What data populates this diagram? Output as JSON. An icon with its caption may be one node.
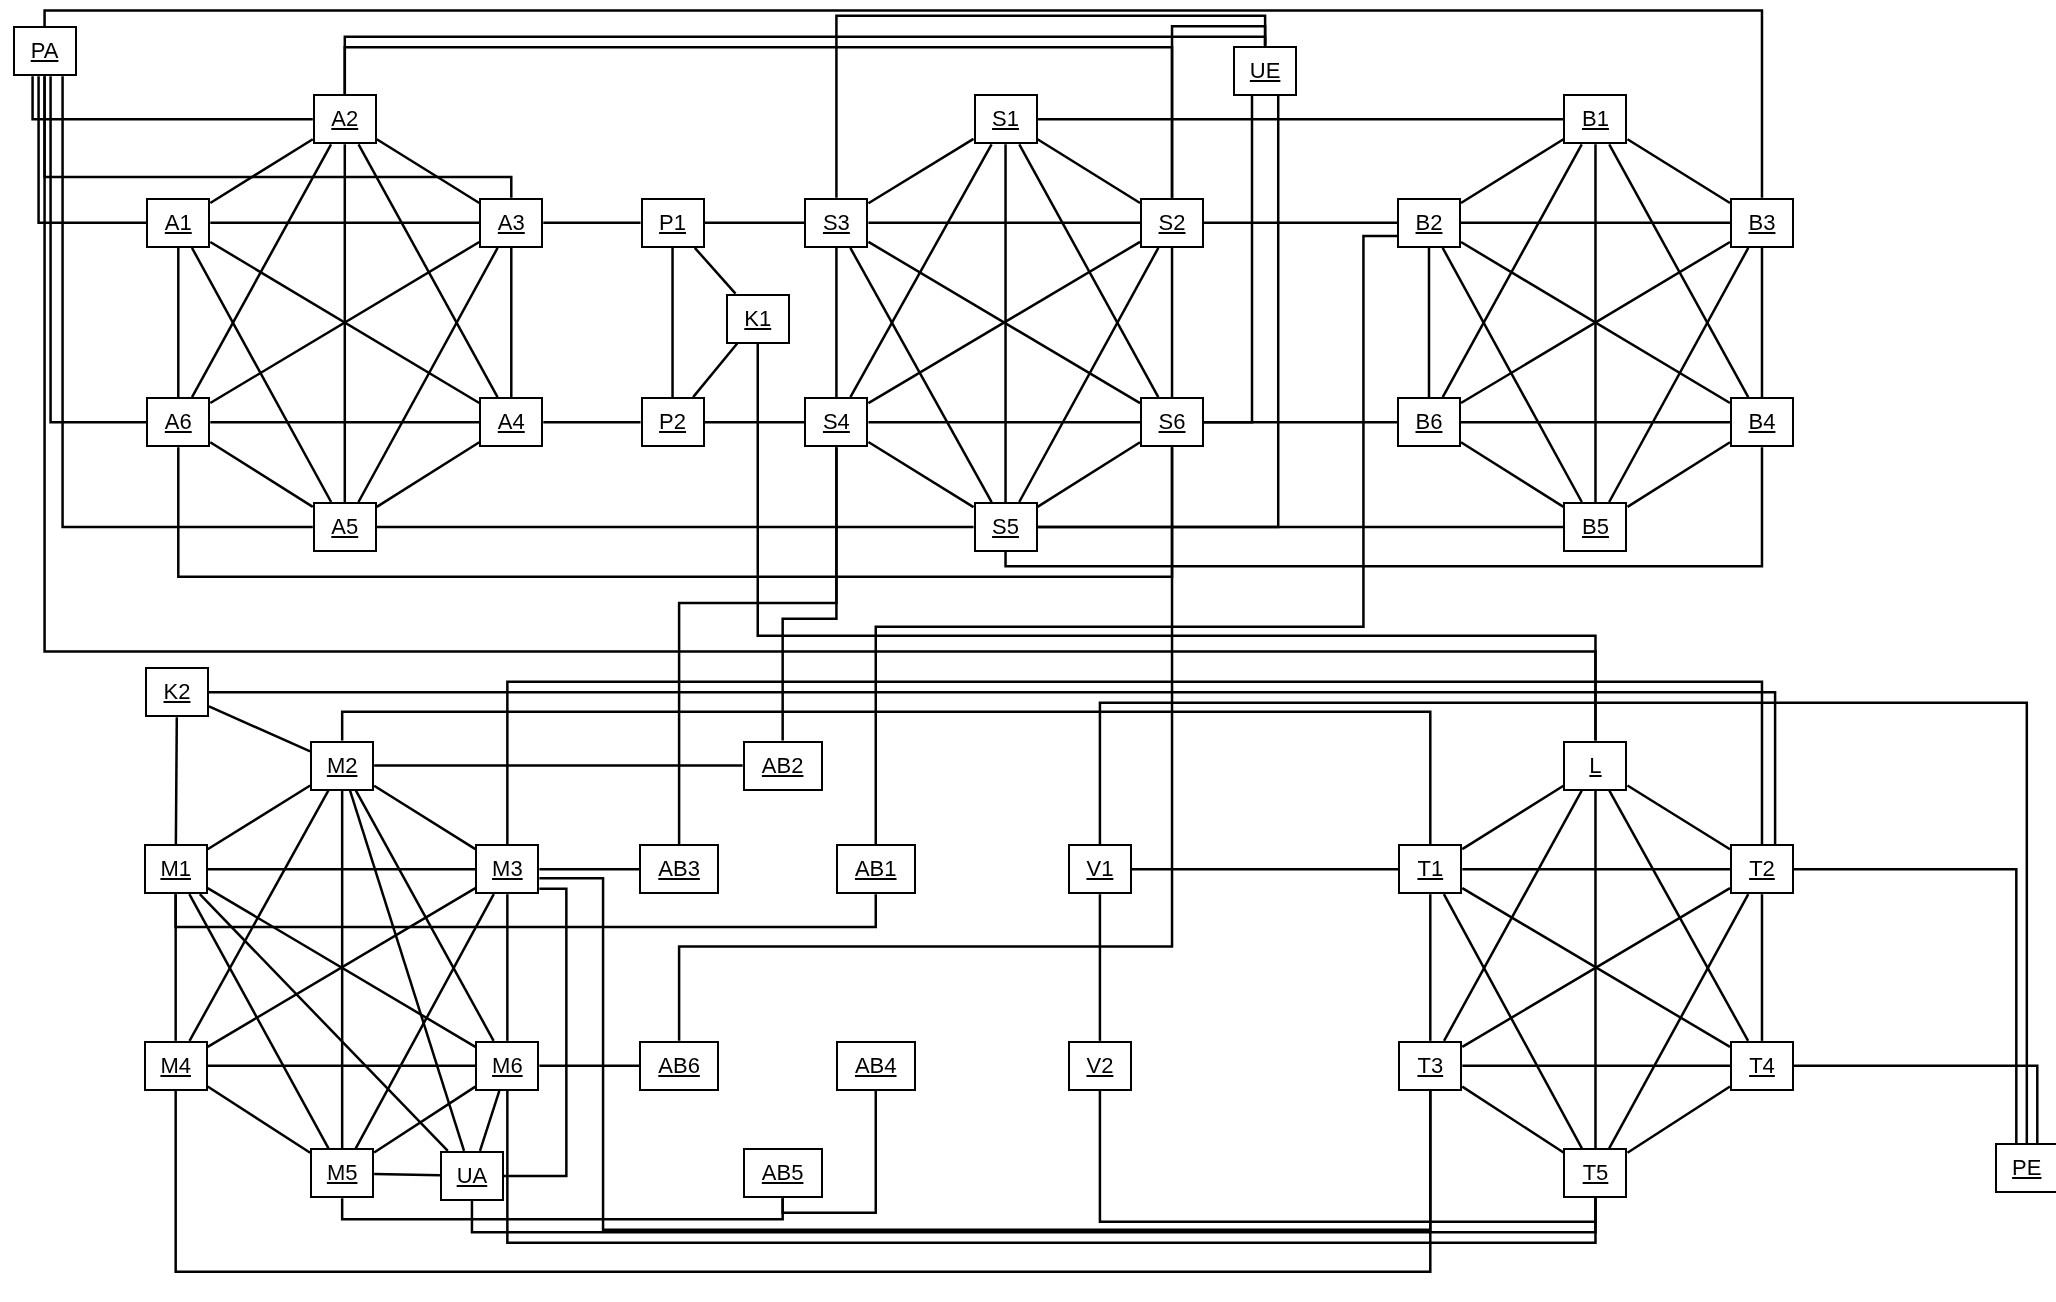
{
  "diagram": {
    "nodes": [
      {
        "text": [
          "PA"
        ]
      },
      {
        "text": [
          "A2"
        ]
      },
      {
        "text": [
          "A1"
        ]
      },
      {
        "text": [
          "A3"
        ]
      },
      {
        "text": [
          "A6"
        ]
      },
      {
        "text": [
          "A4"
        ]
      },
      {
        "text": [
          "A5"
        ]
      },
      {
        "text": [
          "P1"
        ]
      },
      {
        "text": [
          "P2"
        ]
      },
      {
        "text": [
          "K1"
        ]
      },
      {
        "text": [
          "S1"
        ]
      },
      {
        "text": [
          "S3"
        ]
      },
      {
        "text": [
          "S2"
        ]
      },
      {
        "text": [
          "S4"
        ]
      },
      {
        "text": [
          "S6"
        ]
      },
      {
        "text": [
          "S5"
        ]
      },
      {
        "text": [
          "UE"
        ]
      },
      {
        "text": [
          "B1"
        ]
      },
      {
        "text": [
          "B2"
        ]
      },
      {
        "text": [
          "B3"
        ]
      },
      {
        "text": [
          "B6"
        ]
      },
      {
        "text": [
          "B4"
        ]
      },
      {
        "text": [
          "B5"
        ]
      },
      {
        "text": [
          "K2"
        ]
      },
      {
        "text": [
          "M2"
        ]
      },
      {
        "text": [
          "AB2"
        ]
      },
      {
        "text": [
          "M1"
        ]
      },
      {
        "text": [
          "M3"
        ]
      },
      {
        "text": [
          "AB3"
        ]
      },
      {
        "text": [
          "AB1"
        ]
      },
      {
        "text": [
          "V1"
        ]
      },
      {
        "text": [
          "L"
        ]
      },
      {
        "text": [
          "T1"
        ]
      },
      {
        "text": [
          "T2"
        ]
      },
      {
        "text": [
          "M4"
        ]
      },
      {
        "text": [
          "M6"
        ]
      },
      {
        "text": [
          "AB6"
        ]
      },
      {
        "text": [
          "AB4"
        ]
      },
      {
        "text": [
          "V2"
        ]
      },
      {
        "text": [
          "T3"
        ]
      },
      {
        "text": [
          "T4"
        ]
      },
      {
        "text": [
          "M5"
        ]
      },
      {
        "text": [
          "UA"
        ]
      },
      {
        "text": [
          "AB5"
        ]
      },
      {
        "text": [
          "T5"
        ]
      },
      {
        "text": [
          "PE"
        ]
      }
    ],
    "edges": [
      {
        "from": 1,
        "to": 2,
        "arrow": "none"
      },
      {
        "from": 1,
        "to": 3,
        "arrow": "none"
      },
      {
        "from": 1,
        "to": 4,
        "arrow": "none"
      },
      {
        "from": 1,
        "to": 5,
        "arrow": "none"
      },
      {
        "from": 1,
        "to": 6,
        "arrow": "none"
      },
      {
        "from": 2,
        "to": 3,
        "arrow": "none"
      },
      {
        "from": 2,
        "to": 4,
        "arrow": "none"
      },
      {
        "from": 2,
        "to": 5,
        "arrow": "none"
      },
      {
        "from": 2,
        "to": 6,
        "arrow": "none"
      },
      {
        "from": 3,
        "to": 4,
        "arrow": "none"
      },
      {
        "from": 3,
        "to": 5,
        "arrow": "none"
      },
      {
        "from": 3,
        "to": 6,
        "arrow": "none"
      },
      {
        "from": 4,
        "to": 5,
        "arrow": "none"
      },
      {
        "from": 4,
        "to": 6,
        "arrow": "none"
      },
      {
        "from": 5,
        "to": 6,
        "arrow": "none"
      },
      {
        "from": 10,
        "to": 11,
        "arrow": "none"
      },
      {
        "from": 10,
        "to": 12,
        "arrow": "none"
      },
      {
        "from": 10,
        "to": 13,
        "arrow": "none"
      },
      {
        "from": 10,
        "to": 14,
        "arrow": "none"
      },
      {
        "from": 10,
        "to": 15,
        "arrow": "none"
      },
      {
        "from": 11,
        "to": 12,
        "arrow": "none"
      },
      {
        "from": 11,
        "to": 13,
        "arrow": "none"
      },
      {
        "from": 11,
        "to": 14,
        "arrow": "none"
      },
      {
        "from": 11,
        "to": 15,
        "arrow": "none"
      },
      {
        "from": 12,
        "to": 13,
        "arrow": "none"
      },
      {
        "from": 12,
        "to": 14,
        "arrow": "none"
      },
      {
        "from": 12,
        "to": 15,
        "arrow": "none"
      },
      {
        "from": 13,
        "to": 14,
        "arrow": "none"
      },
      {
        "from": 13,
        "to": 15,
        "arrow": "none"
      },
      {
        "from": 14,
        "to": 15,
        "arrow": "none"
      },
      {
        "from": 17,
        "to": 18,
        "arrow": "none"
      },
      {
        "from": 17,
        "to": 19,
        "arrow": "none"
      },
      {
        "from": 17,
        "to": 20,
        "arrow": "none"
      },
      {
        "from": 17,
        "to": 21,
        "arrow": "none"
      },
      {
        "from": 17,
        "to": 22,
        "arrow": "none"
      },
      {
        "from": 18,
        "to": 19,
        "arrow": "none"
      },
      {
        "from": 18,
        "to": 20,
        "arrow": "none"
      },
      {
        "from": 18,
        "to": 21,
        "arrow": "none"
      },
      {
        "from": 18,
        "to": 22,
        "arrow": "none"
      },
      {
        "from": 19,
        "to": 20,
        "arrow": "none"
      },
      {
        "from": 19,
        "to": 21,
        "arrow": "none"
      },
      {
        "from": 19,
        "to": 22,
        "arrow": "none"
      },
      {
        "from": 20,
        "to": 21,
        "arrow": "none"
      },
      {
        "from": 20,
        "to": 22,
        "arrow": "none"
      },
      {
        "from": 21,
        "to": 22,
        "arrow": "none"
      },
      {
        "from": 31,
        "to": 32,
        "arrow": "none"
      },
      {
        "from": 31,
        "to": 33,
        "arrow": "none"
      },
      {
        "from": 31,
        "to": 39,
        "arrow": "none"
      },
      {
        "from": 31,
        "to": 40,
        "arrow": "none"
      },
      {
        "from": 31,
        "to": 44,
        "arrow": "none"
      },
      {
        "from": 32,
        "to": 33,
        "arrow": "none"
      },
      {
        "from": 32,
        "to": 39,
        "arrow": "none"
      },
      {
        "from": 32,
        "to": 40,
        "arrow": "none"
      },
      {
        "from": 32,
        "to": 44,
        "arrow": "none"
      },
      {
        "from": 33,
        "to": 39,
        "arrow": "none"
      },
      {
        "from": 33,
        "to": 40,
        "arrow": "none"
      },
      {
        "from": 33,
        "to": 44,
        "arrow": "none"
      },
      {
        "from": 39,
        "to": 40,
        "arrow": "none"
      },
      {
        "from": 39,
        "to": 44,
        "arrow": "none"
      },
      {
        "from": 40,
        "to": 44,
        "arrow": "none"
      },
      {
        "from": 24,
        "to": 26,
        "arrow": "none"
      },
      {
        "from": 24,
        "to": 27,
        "arrow": "none"
      },
      {
        "from": 24,
        "to": 34,
        "arrow": "none"
      },
      {
        "from": 24,
        "to": 35,
        "arrow": "none"
      },
      {
        "from": 24,
        "to": 41,
        "arrow": "none"
      },
      {
        "from": 26,
        "to": 27,
        "arrow": "none"
      },
      {
        "from": 26,
        "to": 34,
        "arrow": "none"
      },
      {
        "from": 26,
        "to": 35,
        "arrow": "none"
      },
      {
        "from": 26,
        "to": 41,
        "arrow": "none"
      },
      {
        "from": 27,
        "to": 34,
        "arrow": "none"
      },
      {
        "from": 27,
        "to": 35,
        "arrow": "none"
      },
      {
        "from": 27,
        "to": 41,
        "arrow": "none"
      },
      {
        "from": 34,
        "to": 35,
        "arrow": "none"
      },
      {
        "from": 34,
        "to": 41,
        "arrow": "none"
      },
      {
        "from": 35,
        "to": 41,
        "arrow": "none"
      },
      {
        "from": 42,
        "to": 24,
        "arrow": "none"
      },
      {
        "from": 42,
        "to": 26,
        "arrow": "none"
      },
      {
        "from": 42,
        "to": 27,
        "arrow": "none"
      },
      {
        "from": 42,
        "to": 35,
        "arrow": "none"
      },
      {
        "from": 42,
        "to": 41,
        "arrow": "none"
      },
      {
        "from": 3,
        "to": 7,
        "arrow": "none"
      },
      {
        "from": 7,
        "to": 11,
        "arrow": "none"
      },
      {
        "from": 5,
        "to": 8,
        "arrow": "none"
      },
      {
        "from": 8,
        "to": 13,
        "arrow": "none"
      },
      {
        "from": 7,
        "to": 8,
        "arrow": "none"
      },
      {
        "from": 7,
        "to": 9,
        "arrow": "none"
      },
      {
        "from": 9,
        "to": 8,
        "arrow": "none"
      },
      {
        "from": 12,
        "to": 18,
        "arrow": "none"
      },
      {
        "from": 14,
        "to": 20,
        "arrow": "none"
      },
      {
        "from": 6,
        "to": 15,
        "arrow": "none"
      },
      {
        "from": 10,
        "to": 17,
        "arrow": "none"
      },
      {
        "from": 15,
        "to": 22,
        "arrow": "none"
      },
      {
        "from": 24,
        "to": 25,
        "arrow": "none"
      },
      {
        "from": 27,
        "to": 28,
        "arrow": "none"
      },
      {
        "from": 35,
        "to": 36,
        "arrow": "none"
      },
      {
        "from": 30,
        "to": 32,
        "arrow": "none"
      },
      {
        "from": 30,
        "to": 38,
        "arrow": "none"
      },
      {
        "from": 23,
        "to": 26,
        "arrow": "none"
      },
      {
        "from": 23,
        "to": 24,
        "arrow": "none"
      },
      {
        "from": 0,
        "to": 1,
        "arrow": "none"
      },
      {
        "from": 0,
        "to": 2,
        "arrow": "none"
      },
      {
        "from": 0,
        "to": 4,
        "arrow": "none"
      },
      {
        "from": 0,
        "to": 6,
        "arrow": "none"
      },
      {
        "from": 0,
        "to": 3,
        "arrow": "none"
      },
      {
        "from": 0,
        "to": 19,
        "arrow": "none"
      },
      {
        "from": 11,
        "to": 16,
        "arrow": "none"
      },
      {
        "from": 12,
        "to": 16,
        "arrow": "none"
      },
      {
        "from": 1,
        "to": 12,
        "arrow": "none"
      },
      {
        "from": 1,
        "to": 16,
        "arrow": "none"
      },
      {
        "from": 14,
        "to": 16,
        "arrow": "none"
      },
      {
        "from": 15,
        "to": 16,
        "arrow": "none"
      },
      {
        "from": 4,
        "to": 14,
        "arrow": "none"
      },
      {
        "from": 13,
        "to": 28,
        "arrow": "none"
      },
      {
        "from": 13,
        "to": 25,
        "arrow": "none"
      },
      {
        "from": 9,
        "to": 31,
        "arrow": "none"
      },
      {
        "from": 18,
        "to": 29,
        "arrow": "none"
      },
      {
        "from": 0,
        "to": 31,
        "arrow": "none"
      },
      {
        "from": 23,
        "to": 33,
        "arrow": "none"
      },
      {
        "from": 27,
        "to": 33,
        "arrow": "none"
      },
      {
        "from": 24,
        "to": 32,
        "arrow": "none"
      },
      {
        "from": 30,
        "to": 45,
        "arrow": "none"
      },
      {
        "from": 33,
        "to": 45,
        "arrow": "none"
      },
      {
        "from": 40,
        "to": 45,
        "arrow": "none"
      },
      {
        "from": 41,
        "to": 43,
        "arrow": "none"
      },
      {
        "from": 42,
        "to": 44,
        "arrow": "none"
      },
      {
        "from": 34,
        "to": 39,
        "arrow": "none"
      },
      {
        "from": 35,
        "to": 44,
        "arrow": "none"
      },
      {
        "from": 37,
        "to": 43,
        "arrow": "none"
      },
      {
        "from": 36,
        "to": 14,
        "arrow": "none"
      },
      {
        "from": 29,
        "to": 26,
        "arrow": "none"
      },
      {
        "from": 27,
        "to": 39,
        "arrow": "none"
      },
      {
        "from": 38,
        "to": 44,
        "arrow": "none"
      },
      {
        "from": 15,
        "to": 21,
        "arrow": "none"
      }
    ]
  }
}
